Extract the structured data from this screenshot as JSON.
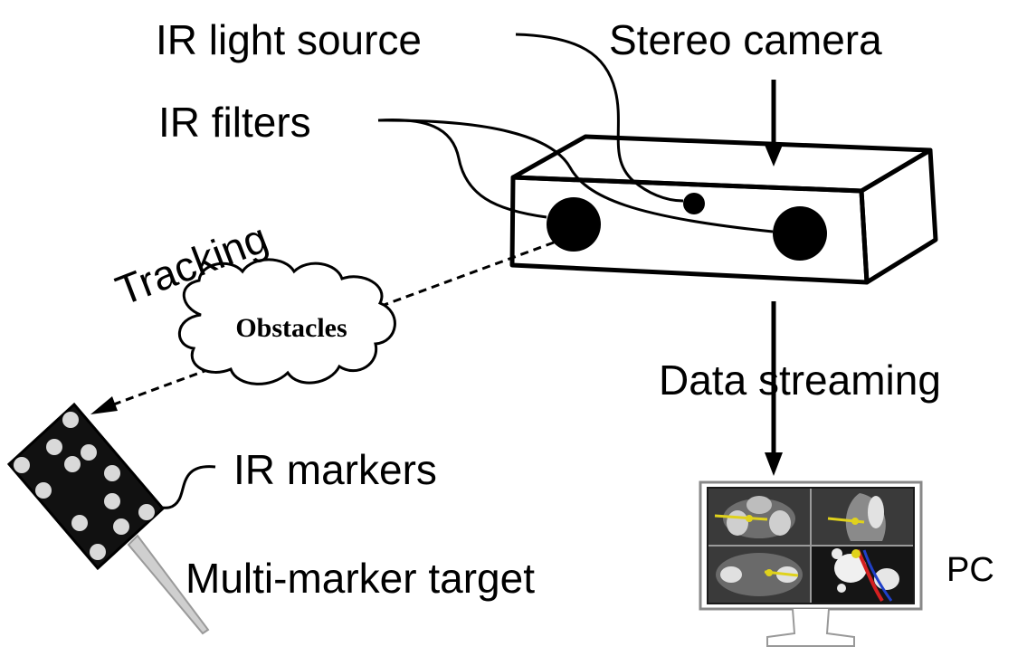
{
  "labels": {
    "ir_light_source": "IR light source",
    "stereo_camera": "Stereo camera",
    "ir_filters": "IR filters",
    "tracking": "Tracking",
    "obstacles": "Obstacles",
    "data_streaming": "Data streaming",
    "ir_markers": "IR markers",
    "multi_marker_target": "Multi-marker target",
    "pc": "PC"
  },
  "icons": {
    "camera": "stereo-camera-box",
    "lens": "filled-circle",
    "cloud": "obstacle-cloud",
    "monitor": "pc-monitor",
    "target": "marker-target-probe"
  },
  "colors": {
    "ink": "#000000",
    "marker_dot": "#d9d9d9",
    "scan_bg": "#1a1a1a",
    "highlight": "#e0d21c",
    "vessel_red": "#d42020",
    "vessel_blue": "#2040c8"
  }
}
